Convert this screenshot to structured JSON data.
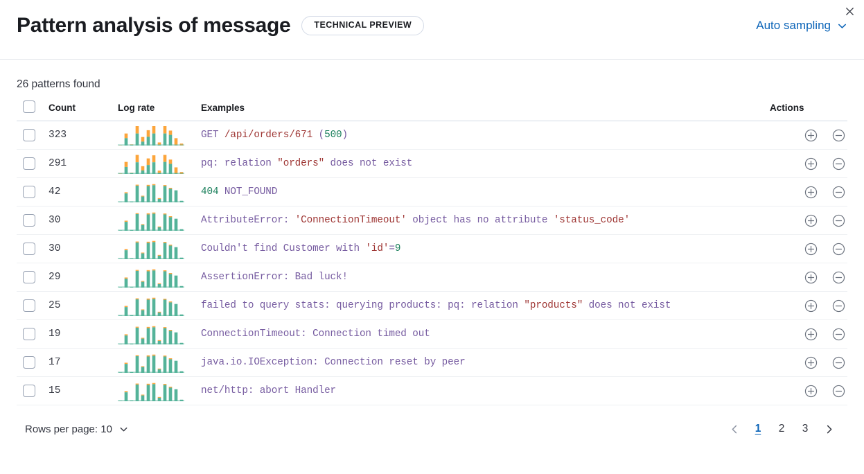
{
  "header": {
    "title": "Pattern analysis of message",
    "badge": "TECHNICAL PREVIEW",
    "sampling_label": "Auto sampling",
    "chevron_icon": "chevron-down-icon",
    "close_icon": "close-icon"
  },
  "summary": {
    "patterns_found": "26 patterns found"
  },
  "table": {
    "columns": {
      "select": "",
      "count": "Count",
      "log_rate": "Log rate",
      "examples": "Examples",
      "actions": "Actions"
    },
    "action_icons": {
      "add": "plus-circle-icon",
      "remove": "minus-circle-icon"
    },
    "rows": [
      {
        "count": "323",
        "example_plain": "GET /api/orders/671 (500)",
        "example_tokens": [
          {
            "t": "GET ",
            "c": "plain"
          },
          {
            "t": "/api/orders/671",
            "c": "str"
          },
          {
            "t": " (",
            "c": "plain"
          },
          {
            "t": "500",
            "c": "num"
          },
          {
            "t": ")",
            "c": "plain"
          }
        ]
      },
      {
        "count": "291",
        "example_plain": "pq: relation \"orders\" does not exist",
        "example_tokens": [
          {
            "t": "pq: relation ",
            "c": "plain"
          },
          {
            "t": "\"orders\"",
            "c": "str"
          },
          {
            "t": " does not exist",
            "c": "plain"
          }
        ]
      },
      {
        "count": "42",
        "example_plain": "404 NOT_FOUND",
        "example_tokens": [
          {
            "t": "404",
            "c": "num"
          },
          {
            "t": " NOT_FOUND",
            "c": "plain"
          }
        ]
      },
      {
        "count": "30",
        "example_plain": "AttributeError: 'ConnectionTimeout' object has no attribute 'status_code'",
        "example_tokens": [
          {
            "t": "AttributeError: ",
            "c": "plain"
          },
          {
            "t": "'ConnectionTimeout'",
            "c": "str"
          },
          {
            "t": " object has no attribute ",
            "c": "plain"
          },
          {
            "t": "'status_code'",
            "c": "str"
          }
        ]
      },
      {
        "count": "30",
        "example_plain": "Couldn't find Customer with 'id'=9",
        "example_tokens": [
          {
            "t": "Couldn't find Customer with ",
            "c": "plain"
          },
          {
            "t": "'id'",
            "c": "str"
          },
          {
            "t": "=",
            "c": "plain"
          },
          {
            "t": "9",
            "c": "num"
          }
        ]
      },
      {
        "count": "29",
        "example_plain": "AssertionError: Bad luck!",
        "example_tokens": [
          {
            "t": "AssertionError: Bad luck!",
            "c": "plain"
          }
        ]
      },
      {
        "count": "25",
        "example_plain": "failed to query stats: querying products: pq: relation \"products\" does not exist",
        "example_tokens": [
          {
            "t": "failed to query stats: querying products: pq: relation ",
            "c": "plain"
          },
          {
            "t": "\"products\"",
            "c": "str"
          },
          {
            "t": " does not exist",
            "c": "plain"
          }
        ]
      },
      {
        "count": "19",
        "example_plain": "ConnectionTimeout: Connection timed out",
        "example_tokens": [
          {
            "t": "ConnectionTimeout: Connection timed out",
            "c": "plain"
          }
        ]
      },
      {
        "count": "17",
        "example_plain": "java.io.IOException: Connection reset by peer",
        "example_tokens": [
          {
            "t": "java.io.IOException: Connection reset by peer",
            "c": "plain"
          }
        ]
      },
      {
        "count": "15",
        "example_plain": "net/http: abort Handler",
        "example_tokens": [
          {
            "t": "net/http: abort Handler",
            "c": "plain"
          }
        ]
      }
    ]
  },
  "chart_data": {
    "type": "bar",
    "title": "Log rate sparklines (stacked mini bar charts per pattern row)",
    "stacked": true,
    "grid": false,
    "legend": null,
    "series_names": [
      "teal-segment",
      "orange-segment"
    ],
    "colors": {
      "teal": "#54b399",
      "orange": "#fca53b"
    },
    "ylim": [
      0,
      1
    ],
    "x": [
      1,
      2,
      3,
      4,
      5,
      6,
      7,
      8,
      9,
      10,
      11,
      12
    ],
    "sparklines": [
      {
        "row_count": "323",
        "teal": [
          0.0,
          0.38,
          0.04,
          0.62,
          0.2,
          0.45,
          0.62,
          0.04,
          0.62,
          0.55,
          0.02,
          0.0
        ],
        "orange": [
          0.02,
          0.24,
          0.02,
          0.38,
          0.24,
          0.34,
          0.38,
          0.12,
          0.38,
          0.22,
          0.36,
          0.1
        ]
      },
      {
        "row_count": "291",
        "teal": [
          0.0,
          0.36,
          0.04,
          0.6,
          0.18,
          0.46,
          0.6,
          0.05,
          0.62,
          0.52,
          0.02,
          0.0
        ],
        "orange": [
          0.02,
          0.26,
          0.02,
          0.38,
          0.22,
          0.34,
          0.36,
          0.12,
          0.36,
          0.22,
          0.32,
          0.1
        ]
      },
      {
        "row_count": "42",
        "teal": [
          0.02,
          0.46,
          0.04,
          0.86,
          0.3,
          0.84,
          0.88,
          0.18,
          0.84,
          0.7,
          0.62,
          0.08
        ],
        "orange": [
          0.0,
          0.06,
          0.0,
          0.05,
          0.04,
          0.06,
          0.06,
          0.04,
          0.05,
          0.05,
          0.0,
          0.0
        ]
      },
      {
        "row_count": "30",
        "teal": [
          0.02,
          0.46,
          0.04,
          0.86,
          0.3,
          0.84,
          0.88,
          0.18,
          0.84,
          0.7,
          0.62,
          0.08
        ],
        "orange": [
          0.0,
          0.06,
          0.0,
          0.05,
          0.04,
          0.06,
          0.06,
          0.04,
          0.05,
          0.05,
          0.0,
          0.0
        ]
      },
      {
        "row_count": "30",
        "teal": [
          0.02,
          0.46,
          0.04,
          0.86,
          0.3,
          0.84,
          0.88,
          0.18,
          0.84,
          0.7,
          0.62,
          0.08
        ],
        "orange": [
          0.0,
          0.06,
          0.0,
          0.05,
          0.04,
          0.06,
          0.06,
          0.04,
          0.05,
          0.05,
          0.0,
          0.0
        ]
      },
      {
        "row_count": "29",
        "teal": [
          0.02,
          0.46,
          0.04,
          0.86,
          0.3,
          0.84,
          0.88,
          0.18,
          0.84,
          0.7,
          0.62,
          0.08
        ],
        "orange": [
          0.0,
          0.06,
          0.0,
          0.05,
          0.04,
          0.06,
          0.06,
          0.04,
          0.05,
          0.05,
          0.0,
          0.0
        ]
      },
      {
        "row_count": "25",
        "teal": [
          0.02,
          0.46,
          0.04,
          0.86,
          0.3,
          0.84,
          0.88,
          0.18,
          0.84,
          0.7,
          0.62,
          0.08
        ],
        "orange": [
          0.0,
          0.06,
          0.0,
          0.05,
          0.04,
          0.06,
          0.06,
          0.04,
          0.05,
          0.05,
          0.0,
          0.0
        ]
      },
      {
        "row_count": "19",
        "teal": [
          0.02,
          0.46,
          0.04,
          0.86,
          0.3,
          0.84,
          0.88,
          0.18,
          0.84,
          0.7,
          0.62,
          0.08
        ],
        "orange": [
          0.0,
          0.06,
          0.0,
          0.05,
          0.04,
          0.06,
          0.06,
          0.04,
          0.05,
          0.05,
          0.0,
          0.0
        ]
      },
      {
        "row_count": "17",
        "teal": [
          0.02,
          0.46,
          0.04,
          0.86,
          0.3,
          0.84,
          0.88,
          0.18,
          0.84,
          0.7,
          0.62,
          0.08
        ],
        "orange": [
          0.0,
          0.06,
          0.0,
          0.05,
          0.04,
          0.06,
          0.06,
          0.04,
          0.05,
          0.05,
          0.0,
          0.0
        ]
      },
      {
        "row_count": "15",
        "teal": [
          0.02,
          0.46,
          0.04,
          0.86,
          0.3,
          0.84,
          0.88,
          0.18,
          0.84,
          0.7,
          0.62,
          0.08
        ],
        "orange": [
          0.0,
          0.06,
          0.0,
          0.05,
          0.04,
          0.06,
          0.06,
          0.04,
          0.05,
          0.05,
          0.0,
          0.0
        ]
      }
    ]
  },
  "footer": {
    "rows_per_page_label": "Rows per page: 10",
    "rows_chevron_icon": "chevron-down-icon",
    "prev_icon": "chevron-left-icon",
    "next_icon": "chevron-right-icon",
    "pages": [
      "1",
      "2",
      "3"
    ],
    "active_page": "1"
  }
}
